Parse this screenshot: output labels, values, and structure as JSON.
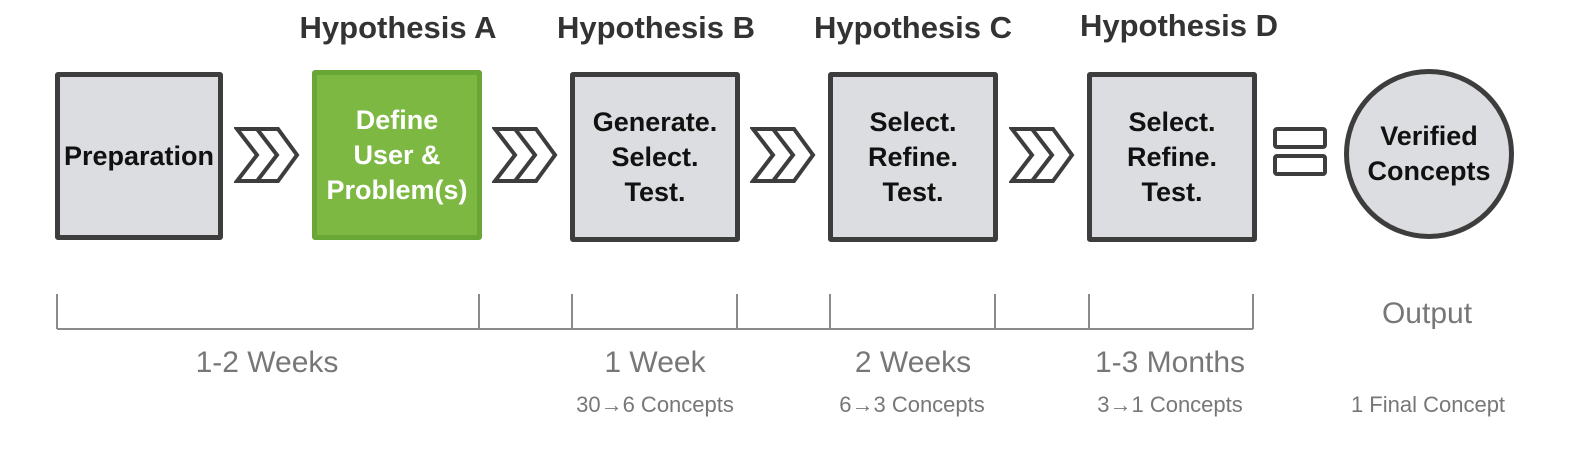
{
  "colors": {
    "box_fill": "#dcdde0",
    "border": "#3d3d3d",
    "accent_green": "#7db843",
    "muted_text": "#777777"
  },
  "hypotheses": [
    {
      "label": "Hypothesis A"
    },
    {
      "label": "Hypothesis B"
    },
    {
      "label": "Hypothesis C"
    },
    {
      "label": "Hypothesis D"
    }
  ],
  "steps": {
    "preparation": "Preparation",
    "define": "Define\nUser &\nProblem(s)",
    "generate": "Generate.\nSelect.\nTest.",
    "select_c": "Select.\nRefine.\nTest.",
    "select_d": "Select.\nRefine.\nTest.",
    "output": "Verified\nConcepts"
  },
  "icons": {
    "chevron": "double-chevron-right-icon",
    "equals": "equals-icon"
  },
  "timeline": {
    "segments": [
      {
        "duration": "1-2 Weeks",
        "concepts": ""
      },
      {
        "duration": "1 Week",
        "concepts": "30→6 Concepts"
      },
      {
        "duration": "2 Weeks",
        "concepts": "6→3 Concepts"
      },
      {
        "duration": "1-3 Months",
        "concepts": "3→1 Concepts"
      }
    ],
    "output": {
      "label": "Output",
      "concepts": "1 Final Concept"
    }
  }
}
